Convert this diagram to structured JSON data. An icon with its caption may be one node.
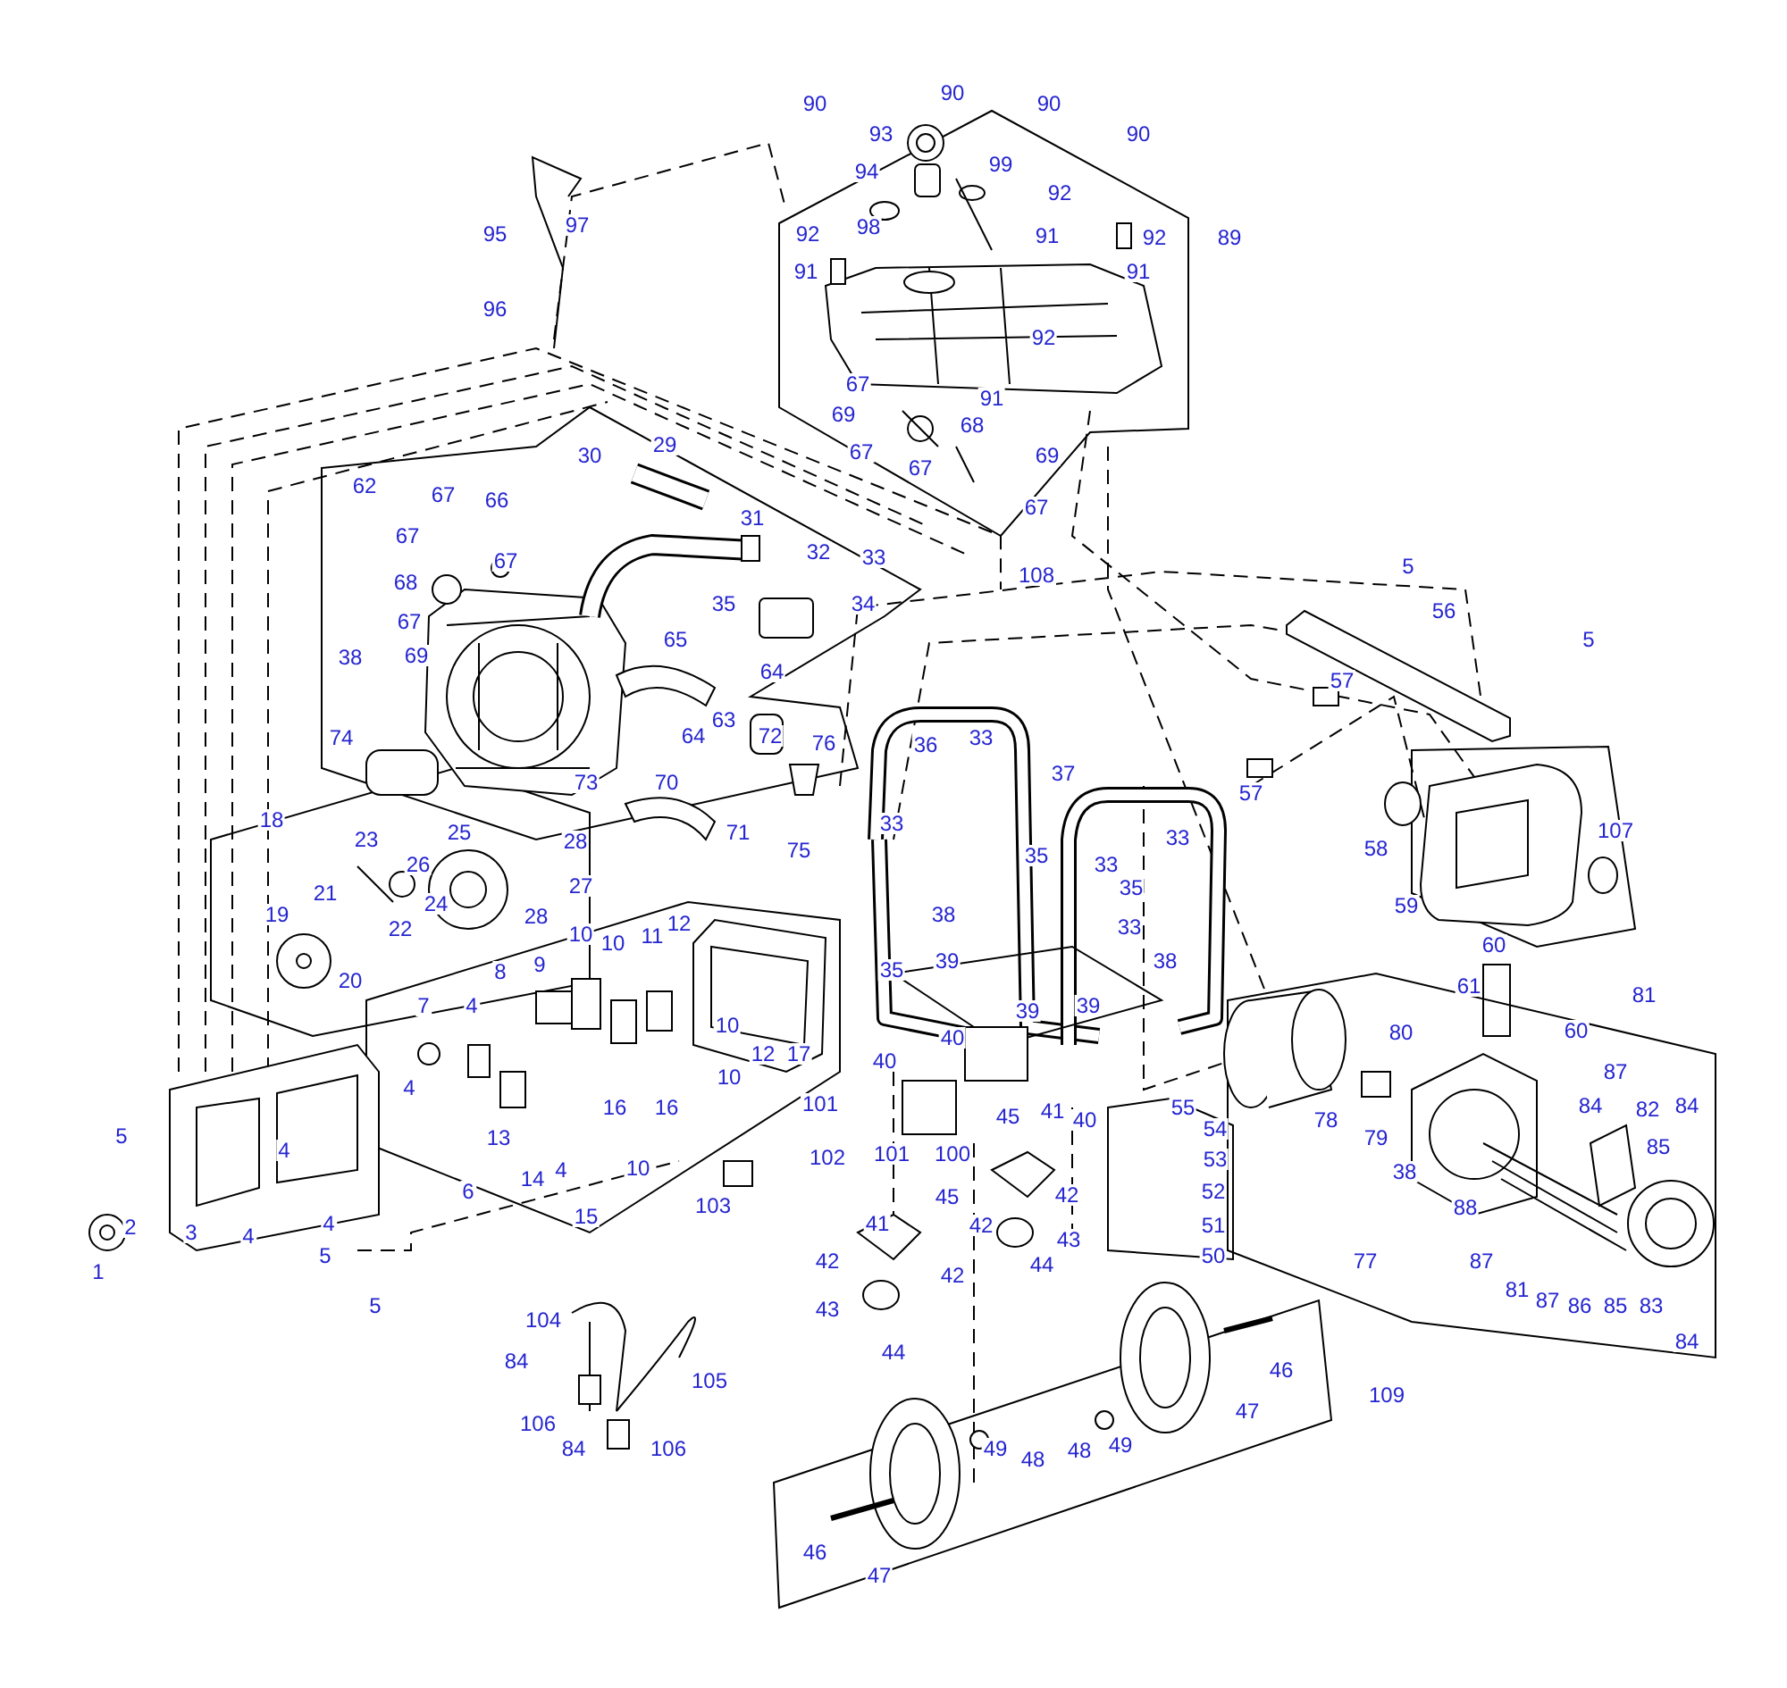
{
  "diagram": {
    "labels": [
      "90",
      "90",
      "90",
      "90",
      "93",
      "99",
      "94",
      "92",
      "97",
      "98",
      "95",
      "91",
      "92",
      "92",
      "89",
      "91",
      "91",
      "96",
      "92",
      "67",
      "91",
      "69",
      "68",
      "29",
      "67",
      "30",
      "69",
      "67",
      "62",
      "67",
      "66",
      "67",
      "31",
      "67",
      "32",
      "33",
      "67",
      "5",
      "108",
      "68",
      "34",
      "35",
      "56",
      "67",
      "65",
      "5",
      "69",
      "38",
      "64",
      "57",
      "63",
      "64",
      "72",
      "74",
      "76",
      "36",
      "33",
      "37",
      "73",
      "70",
      "57",
      "18",
      "33",
      "107",
      "25",
      "71",
      "23",
      "28",
      "33",
      "58",
      "75",
      "35",
      "26",
      "33",
      "27",
      "35",
      "21",
      "24",
      "59",
      "19",
      "28",
      "38",
      "33",
      "22",
      "12",
      "10",
      "11",
      "10",
      "60",
      "9",
      "39",
      "38",
      "8",
      "35",
      "20",
      "61",
      "81",
      "7",
      "4",
      "39",
      "39",
      "10",
      "60",
      "80",
      "40",
      "12",
      "17",
      "40",
      "87",
      "10",
      "4",
      "84",
      "101",
      "84",
      "16",
      "16",
      "55",
      "41",
      "82",
      "45",
      "40",
      "78",
      "54",
      "5",
      "13",
      "79",
      "85",
      "4",
      "101",
      "100",
      "102",
      "53",
      "4",
      "10",
      "38",
      "14",
      "6",
      "52",
      "42",
      "45",
      "103",
      "88",
      "15",
      "41",
      "51",
      "42",
      "2",
      "4",
      "3",
      "4",
      "43",
      "5",
      "50",
      "42",
      "77",
      "87",
      "44",
      "1",
      "42",
      "81",
      "87",
      "86",
      "85",
      "83",
      "5",
      "43",
      "104",
      "84",
      "44",
      "84",
      "46",
      "105",
      "109",
      "47",
      "106",
      "84",
      "49",
      "48",
      "49",
      "48",
      "106",
      "46",
      "47"
    ]
  }
}
